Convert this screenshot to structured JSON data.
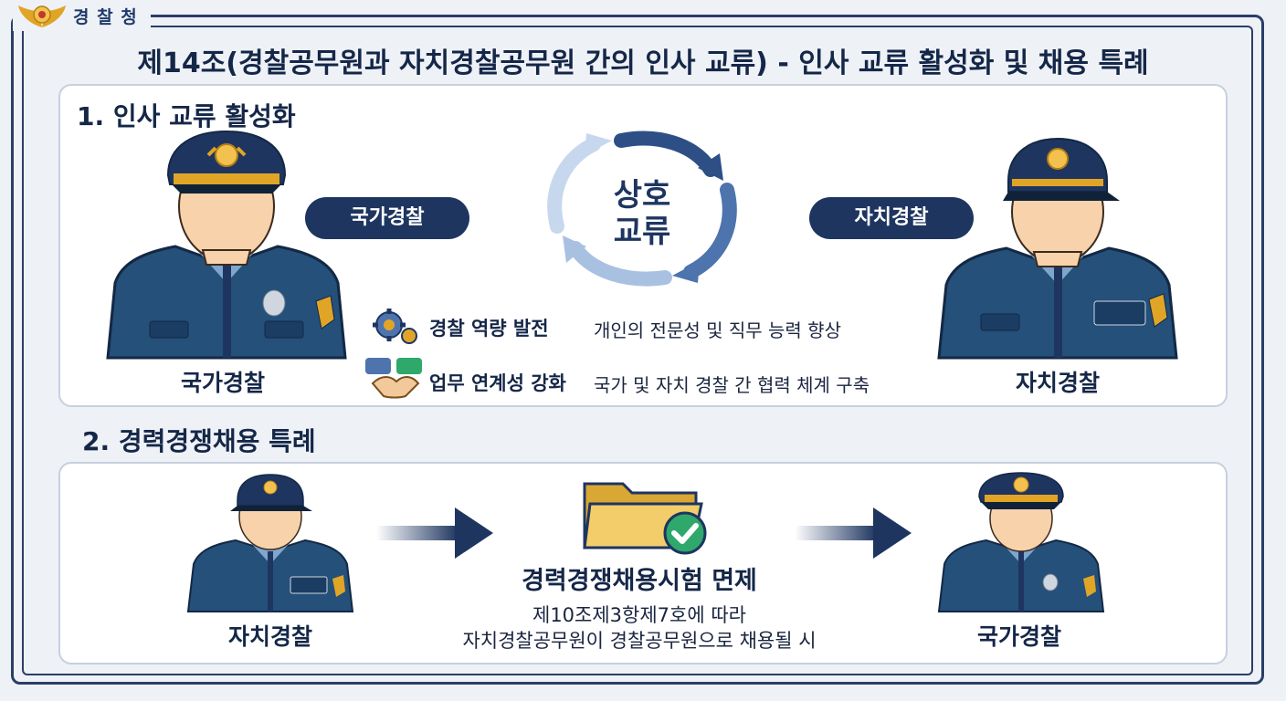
{
  "header": {
    "org_name": "경 찰 청"
  },
  "title": "제14조(경찰공무원과 자치경찰공무원 간의 인사 교류) - 인사 교류 활성화 및 채용 특례",
  "section1": {
    "title": "1. 인사 교류 활성화",
    "left_pill": "국가경찰",
    "right_pill": "자치경찰",
    "left_label": "국가경찰",
    "right_label": "자치경찰",
    "cycle_line1": "상호",
    "cycle_line2": "교류",
    "benefits": [
      {
        "name": "경찰 역량 발전",
        "desc": "개인의 전문성 및 직무 능력 향상",
        "icon": "gear-icon"
      },
      {
        "name": "업무 연계성 강화",
        "desc": "국가 및 자치 경찰 간 협력 체계 구축",
        "icon": "handshake-icon"
      }
    ]
  },
  "section2": {
    "title": "2. 경력경쟁채용 특례",
    "from_label": "자치경찰",
    "to_label": "국가경찰",
    "exempt_title": "경력경쟁채용시험 면제",
    "exempt_line1": "제10조제3항제7호에 따라",
    "exempt_line2": "자치경찰공무원이 경찰공무원으로 채용될 시"
  },
  "colors": {
    "navy": "#1e3560",
    "uniform": "#24507a",
    "gold": "#e0a526",
    "check": "#2fa86b"
  }
}
